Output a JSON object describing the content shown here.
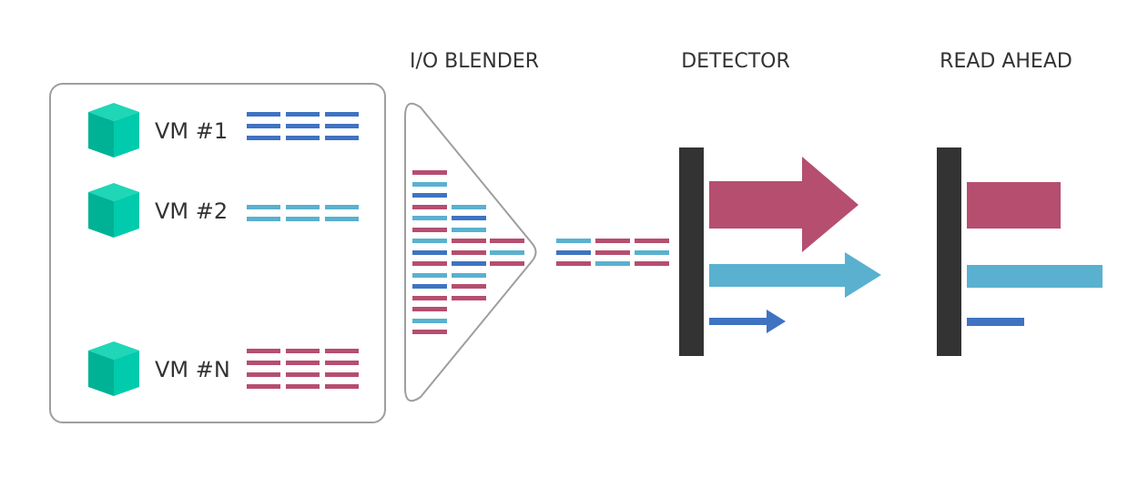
{
  "headings": {
    "blender": "I/O BLENDER",
    "detector": "DETECTOR",
    "read_ahead": "READ AHEAD"
  },
  "vms": [
    {
      "label": "VM #1"
    },
    {
      "label": "VM #2"
    },
    {
      "label": "VM #N"
    }
  ],
  "colors": {
    "dark_blue": "#3f73c2",
    "light_blue": "#59b1cf",
    "magenta": "#b64e6f",
    "cube_front": "#00cbac",
    "cube_side": "#00b295",
    "cube_top": "#1fd6b7",
    "bar": "#333333",
    "frame": "#9e9e9e",
    "text": "#333333"
  },
  "icons": {
    "vm": "cube-icon",
    "arrow": "arrow-right-icon"
  }
}
